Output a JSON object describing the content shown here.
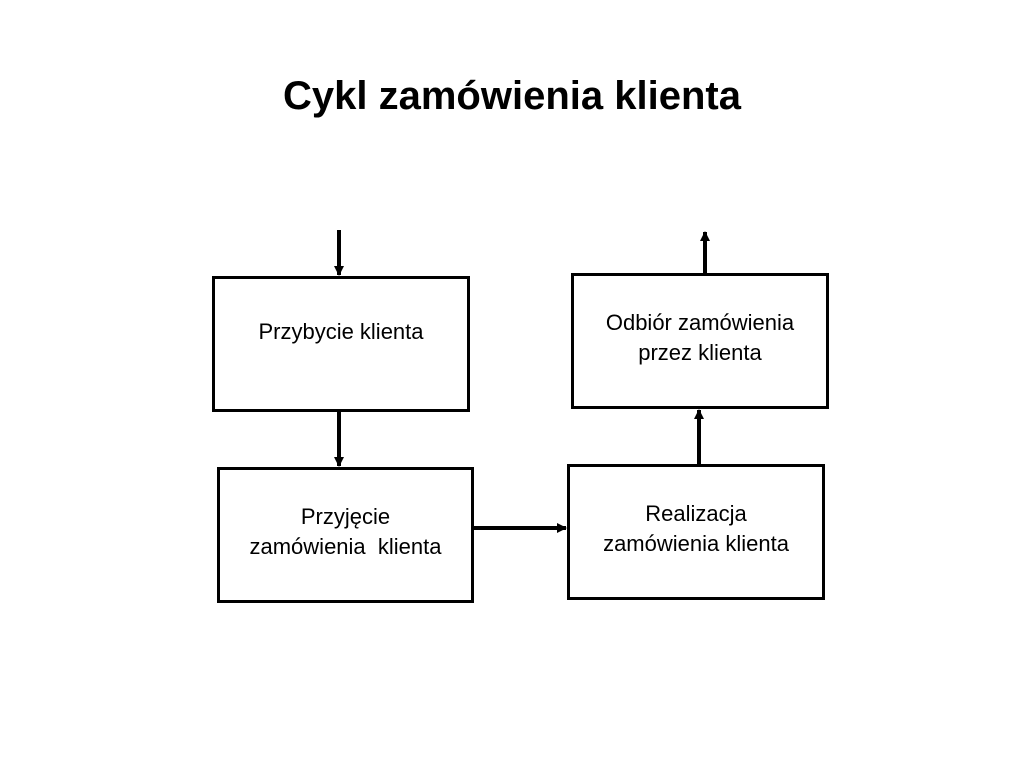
{
  "title": "Cykl zamówienia klienta",
  "boxes": {
    "arrival": {
      "line1": "Przybycie klienta"
    },
    "acceptance": {
      "line1": "Przyjęcie",
      "line2": "zamówienia  klienta"
    },
    "realization": {
      "line1": "Realizacja",
      "line2": "zamówienia klienta"
    },
    "pickup": {
      "line1": "Odbiór zamówienia",
      "line2": "przez klienta"
    }
  },
  "colors": {
    "stroke": "#000000",
    "background": "#ffffff"
  }
}
